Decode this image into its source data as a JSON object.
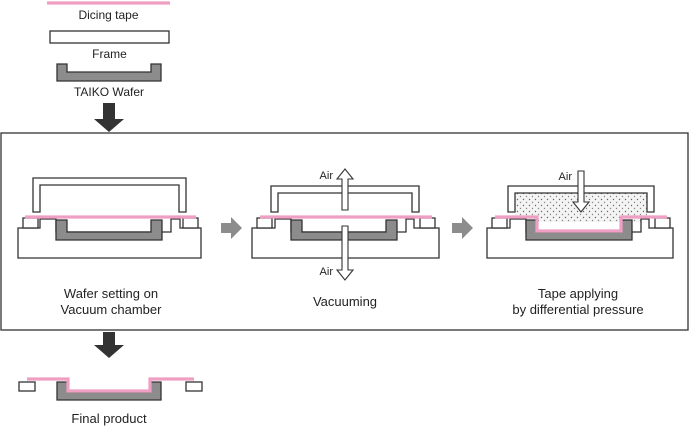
{
  "labels": {
    "dicing_tape": "Dicing tape",
    "frame": "Frame",
    "taiko_wafer": "TAIKO Wafer",
    "air": "Air",
    "final_product": "Final product"
  },
  "steps": [
    {
      "line1": "Wafer setting on",
      "line2": "Vacuum chamber"
    },
    {
      "line1": "Vacuuming",
      "line2": ""
    },
    {
      "line1": "Tape applying",
      "line2": "by differential pressure"
    }
  ],
  "colors": {
    "tape": "#ee9fc3",
    "wafer": "#8c8c8c",
    "outline": "#333333",
    "process_arrow": "#8c8c8c",
    "flow_arrow": "#333333"
  }
}
